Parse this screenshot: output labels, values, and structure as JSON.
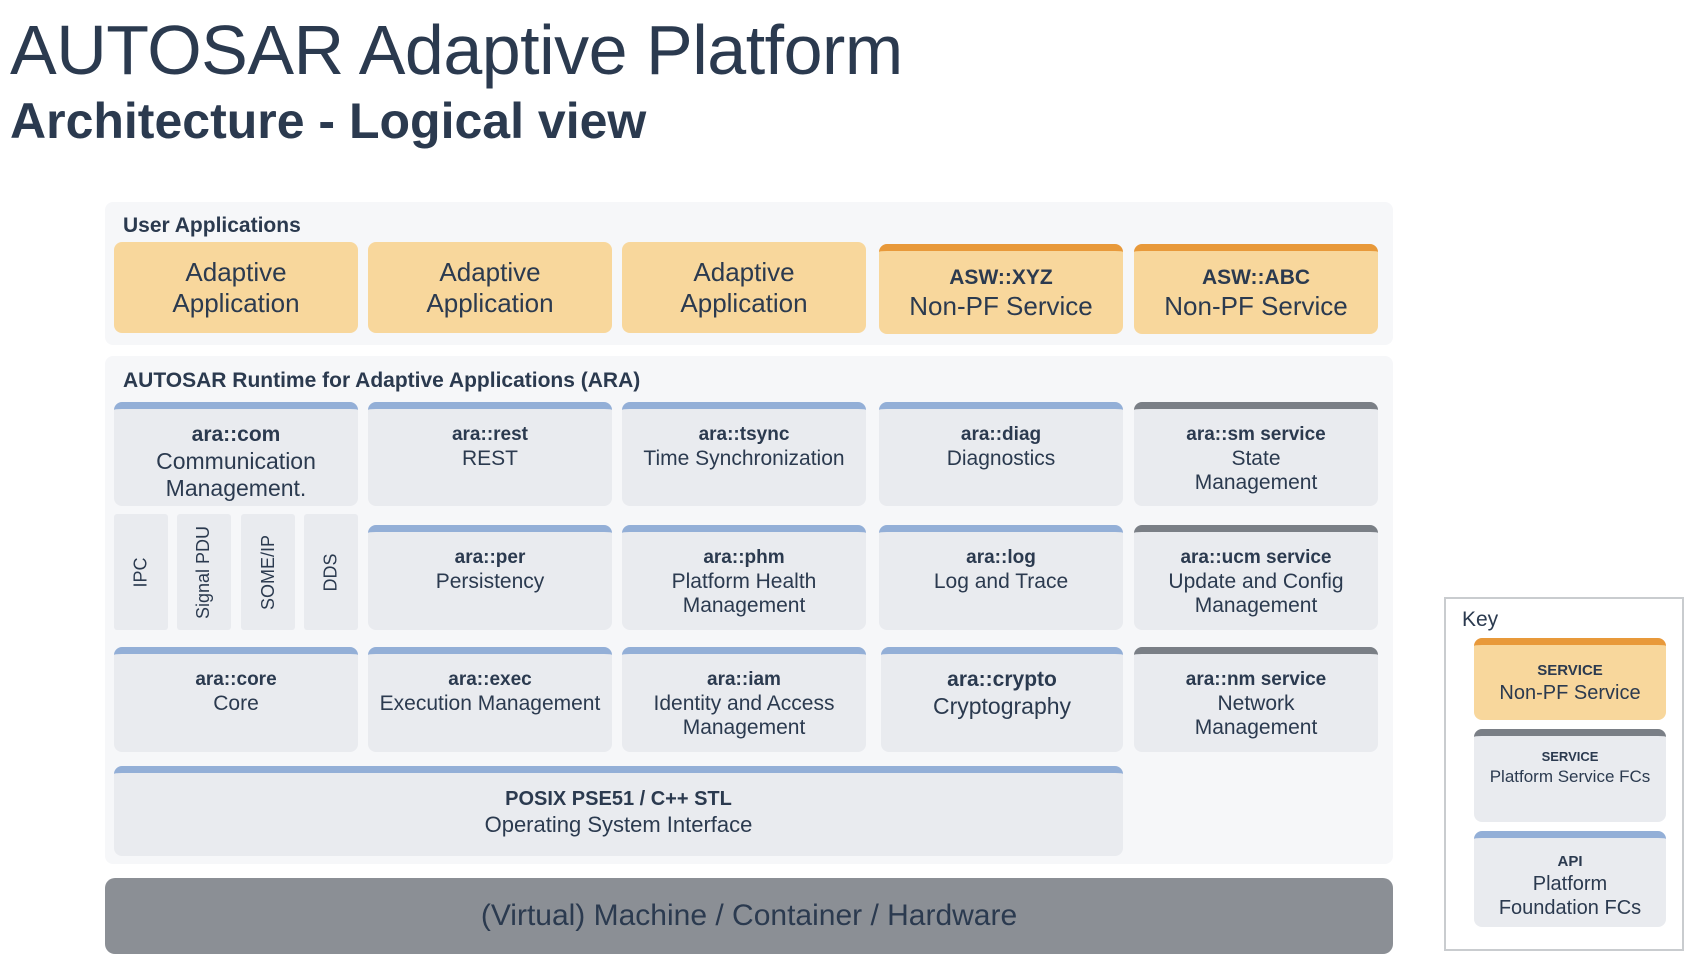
{
  "title": "AUTOSAR Adaptive Platform",
  "subtitle": "Architecture - Logical view",
  "colors": {
    "application": "#f8d79c",
    "service_accent": "#e8993a",
    "api_accent": "#93afd7",
    "platform_service_accent": "#7a7f86",
    "box_background": "#e9ebef",
    "machine": "#8b8f95",
    "text": "#2b3a4f"
  },
  "user_applications": {
    "label": "User Applications",
    "items": [
      {
        "kind": "application",
        "text": "Adaptive\nApplication"
      },
      {
        "kind": "application",
        "text": "Adaptive\nApplication"
      },
      {
        "kind": "application",
        "text": "Adaptive\nApplication"
      },
      {
        "kind": "service",
        "title": "ASW::XYZ",
        "text": "Non-PF Service"
      },
      {
        "kind": "service",
        "title": "ASW::ABC",
        "text": "Non-PF Service"
      }
    ]
  },
  "ara": {
    "label": "AUTOSAR Runtime for Adaptive Applications (ARA)",
    "com": {
      "title": "ara::com",
      "text": "Communication\nManagement."
    },
    "protocols": [
      "IPC",
      "Signal PDU",
      "SOME/IP",
      "DDS"
    ],
    "row1": [
      {
        "kind": "api",
        "title": "ara::rest",
        "text": "REST"
      },
      {
        "kind": "api",
        "title": "ara::tsync",
        "text": "Time Synchronization"
      },
      {
        "kind": "api",
        "title": "ara::diag",
        "text": "Diagnostics"
      },
      {
        "kind": "platform_service",
        "title": "ara::sm service",
        "text": "State\nManagement"
      }
    ],
    "row2": [
      {
        "kind": "api",
        "title": "ara::per",
        "text": "Persistency"
      },
      {
        "kind": "api",
        "title": "ara::phm",
        "text": "Platform Health\nManagement"
      },
      {
        "kind": "api",
        "title": "ara::log",
        "text": "Log and Trace"
      },
      {
        "kind": "platform_service",
        "title": "ara::ucm service",
        "text": "Update and Config\nManagement"
      }
    ],
    "row3": [
      {
        "kind": "api",
        "title": "ara::core",
        "text": "Core"
      },
      {
        "kind": "api",
        "title": "ara::exec",
        "text": "Execution Management"
      },
      {
        "kind": "api",
        "title": "ara::iam",
        "text": "Identity and Access\nManagement"
      },
      {
        "kind": "api",
        "title": "ara::crypto",
        "text": "Cryptography"
      },
      {
        "kind": "platform_service",
        "title": "ara::nm service",
        "text": "Network\nManagement"
      }
    ],
    "posix": {
      "title": "POSIX PSE51 / C++ STL",
      "text": "Operating System Interface"
    }
  },
  "machine": {
    "text": "(Virtual) Machine / Container / Hardware"
  },
  "key": {
    "label": "Key",
    "items": [
      {
        "kind": "service",
        "title": "SERVICE",
        "text": "Non-PF Service"
      },
      {
        "kind": "platform_service",
        "title": "SERVICE",
        "text": "Platform Service FCs"
      },
      {
        "kind": "api",
        "title": "API",
        "text": "Platform\nFoundation FCs"
      }
    ]
  }
}
